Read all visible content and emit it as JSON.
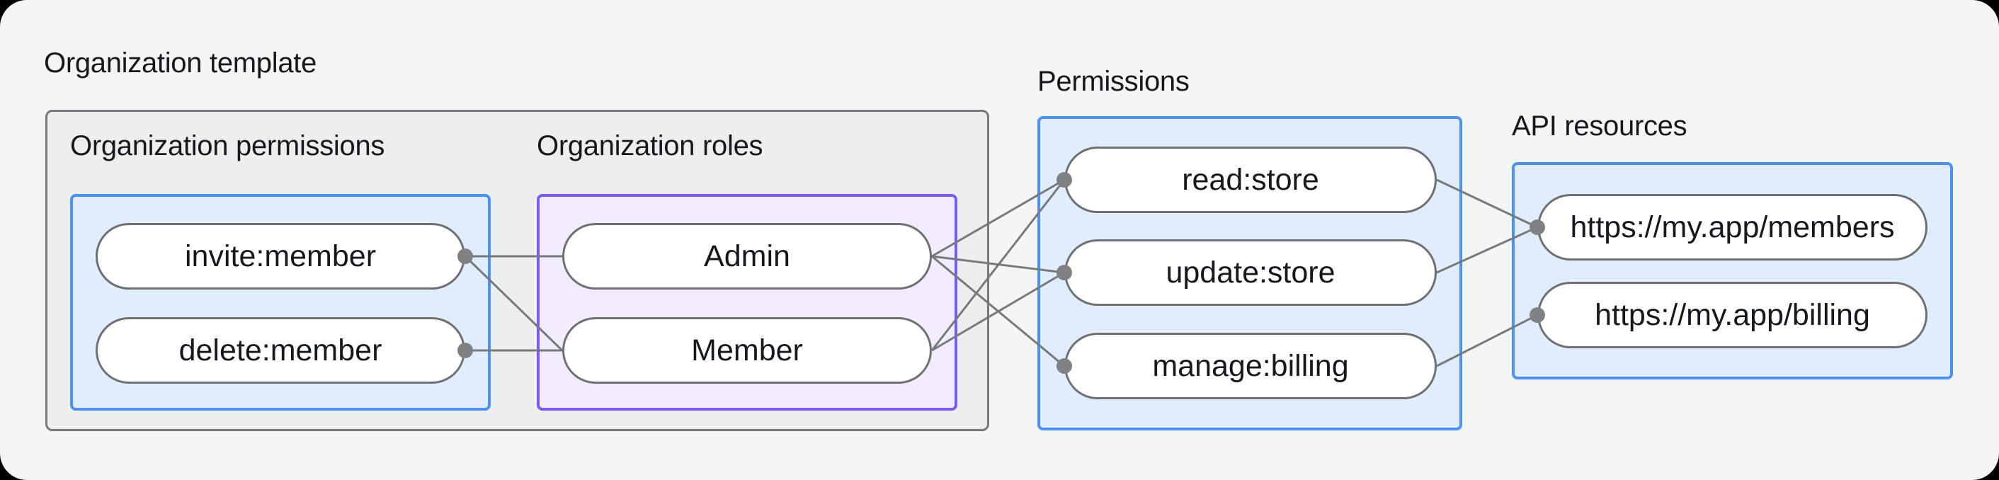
{
  "diagram": {
    "template_group": {
      "title": "Organization template"
    },
    "org_permissions": {
      "title": "Organization permissions",
      "nodes": [
        {
          "id": "invite_member",
          "label": "invite:member"
        },
        {
          "id": "delete_member",
          "label": "delete:member"
        }
      ]
    },
    "org_roles": {
      "title": "Organization roles",
      "nodes": [
        {
          "id": "admin",
          "label": "Admin"
        },
        {
          "id": "member",
          "label": "Member"
        }
      ]
    },
    "permissions": {
      "title": "Permissions",
      "nodes": [
        {
          "id": "read_store",
          "label": "read:store"
        },
        {
          "id": "update_store",
          "label": "update:store"
        },
        {
          "id": "manage_billing",
          "label": "manage:billing"
        }
      ]
    },
    "api_resources": {
      "title": "API resources",
      "nodes": [
        {
          "id": "members_api",
          "label": "https://my.app/members"
        },
        {
          "id": "billing_api",
          "label": "https://my.app/billing"
        }
      ]
    },
    "edges": [
      {
        "from": "invite_member",
        "to": "admin"
      },
      {
        "from": "invite_member",
        "to": "member"
      },
      {
        "from": "delete_member",
        "to": "member"
      },
      {
        "from": "admin",
        "to": "read_store"
      },
      {
        "from": "admin",
        "to": "update_store"
      },
      {
        "from": "admin",
        "to": "manage_billing"
      },
      {
        "from": "member",
        "to": "read_store"
      },
      {
        "from": "member",
        "to": "update_store"
      },
      {
        "from": "read_store",
        "to": "members_api"
      },
      {
        "from": "update_store",
        "to": "members_api"
      },
      {
        "from": "manage_billing",
        "to": "billing_api"
      }
    ],
    "colors": {
      "canvas_bg": "#f4f6f5",
      "template_box_bg": "#edefee",
      "template_box_border": "#76797b",
      "blue_box_bg": "#dfedfd",
      "blue_box_border": "#4b91f8",
      "purple_box_bg": "#f2edfe",
      "purple_box_border": "#7a5af8",
      "node_bg": "#ffffff",
      "node_border": "#6e7072",
      "edge_color": "#77797b",
      "dot_color": "#7f8284",
      "text_color": "#16191c"
    }
  }
}
